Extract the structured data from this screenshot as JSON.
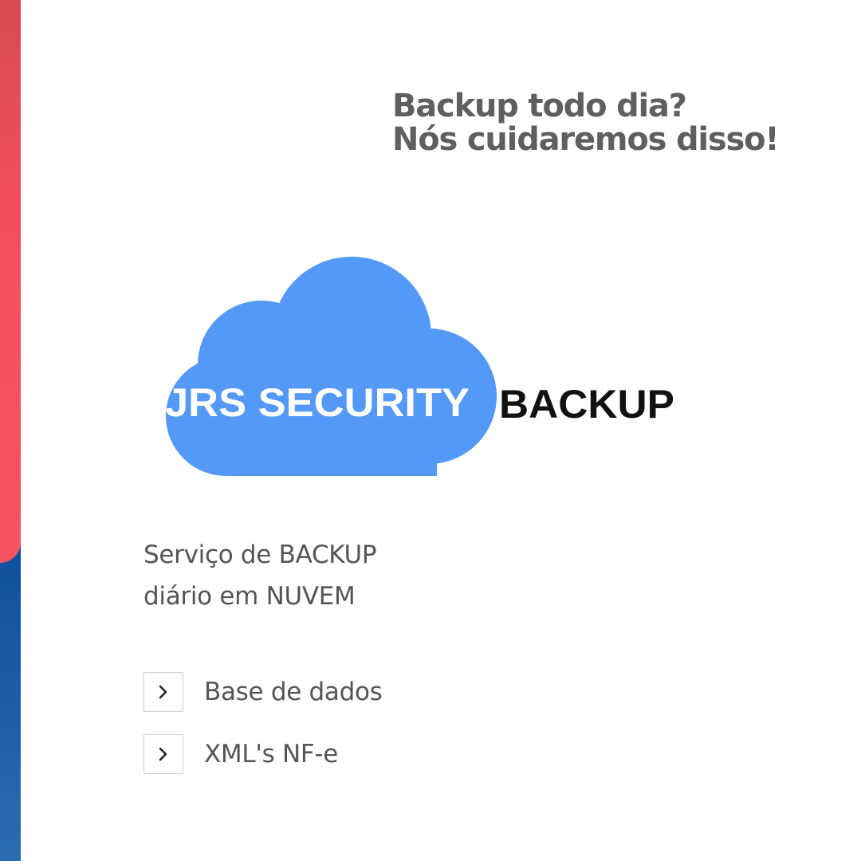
{
  "headline": {
    "line1": "Backup todo dia?",
    "line2": "Nós cuidaremos disso!"
  },
  "logo": {
    "cloud_text": "JRS SECURITY",
    "side_text": "BACKUP",
    "cloud_color": "#5599f7"
  },
  "subtitle": {
    "line1": "Serviço de BACKUP",
    "line2": "diário em NUVEM"
  },
  "features": [
    {
      "label": "Base de dados",
      "icon": "chevron-right-icon"
    },
    {
      "label": "XML's NF-e",
      "icon": "chevron-right-icon"
    }
  ],
  "colors": {
    "accent_red": "#f24e5d",
    "accent_blue": "#0b4d98",
    "text_gray": "#5f5f5f"
  }
}
